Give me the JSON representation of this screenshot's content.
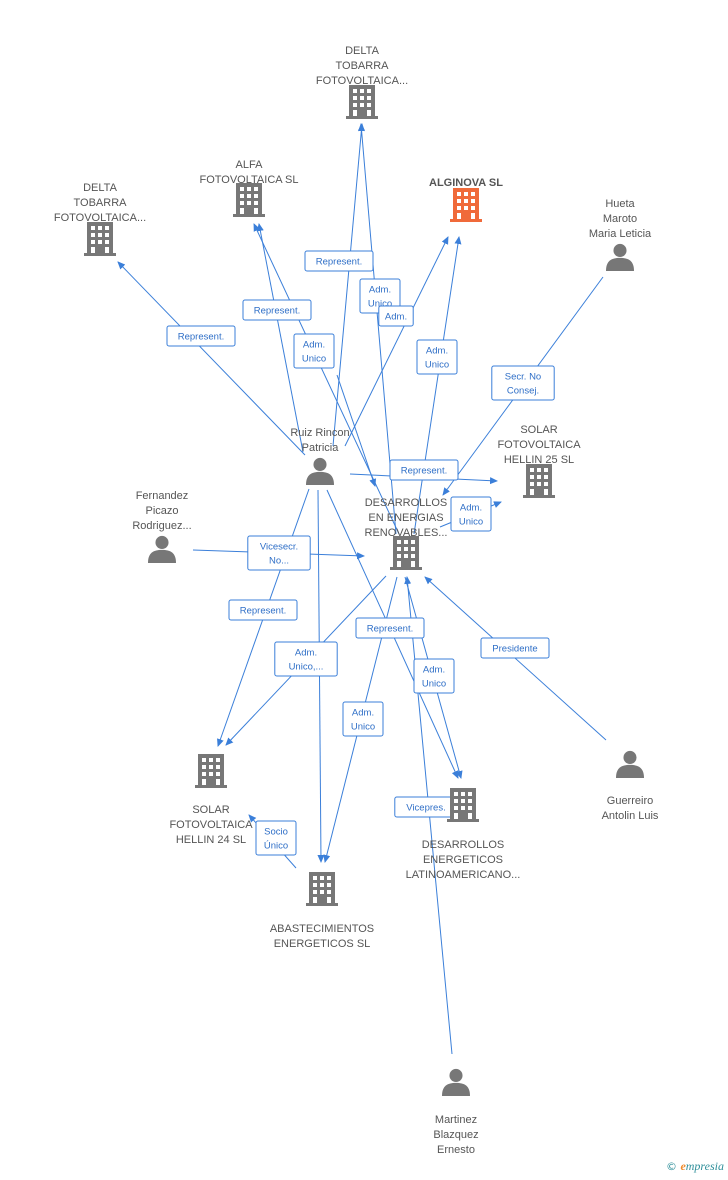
{
  "colors": {
    "company": "#777777",
    "company_focus": "#f06a3a",
    "person": "#777777",
    "edge": "#3b7fd9",
    "edge_text": "#2f6fc7",
    "label": "#555555"
  },
  "nodes": [
    {
      "id": "delta_top",
      "type": "company",
      "lines": [
        "DELTA",
        "TOBARRA",
        "FOTOVOLTAICA..."
      ]
    },
    {
      "id": "alfa",
      "type": "company",
      "lines": [
        "ALFA",
        "FOTOVOLTAICA SL"
      ]
    },
    {
      "id": "alginova",
      "type": "company",
      "focus": true,
      "lines": [
        "ALGINOVA SL"
      ]
    },
    {
      "id": "delta_left",
      "type": "company",
      "lines": [
        "DELTA",
        "TOBARRA",
        "FOTOVOLTAICA..."
      ]
    },
    {
      "id": "hueta",
      "type": "person",
      "lines": [
        "Hueta",
        "Maroto",
        "Maria Leticia"
      ]
    },
    {
      "id": "ruiz",
      "type": "person",
      "lines": [
        "Ruiz Rincon",
        "Patricia"
      ]
    },
    {
      "id": "solar25",
      "type": "company",
      "lines": [
        "SOLAR",
        "FOTOVOLTAICA",
        "HELLIN 25 SL"
      ]
    },
    {
      "id": "fernandez",
      "type": "person",
      "lines": [
        "Fernandez",
        "Picazo",
        "Rodriguez..."
      ]
    },
    {
      "id": "desarrollos_er",
      "type": "company",
      "lines": [
        "DESARROLLOS",
        "EN ENERGIAS",
        "RENOVABLES..."
      ]
    },
    {
      "id": "solar24",
      "type": "company",
      "lines": [
        "SOLAR",
        "FOTOVOLTAICA",
        "HELLIN 24 SL"
      ]
    },
    {
      "id": "desarrollos_lat",
      "type": "company",
      "lines": [
        "DESARROLLOS",
        "ENERGETICOS",
        "LATINOAMERICANO..."
      ]
    },
    {
      "id": "guerreiro",
      "type": "person",
      "lines": [
        "Guerreiro",
        "Antolin Luis"
      ]
    },
    {
      "id": "abastecimientos",
      "type": "company",
      "lines": [
        "ABASTECIMIENTOS",
        "ENERGETICOS SL"
      ]
    },
    {
      "id": "martinez",
      "type": "person",
      "lines": [
        "Martinez",
        "Blazquez",
        "Ernesto"
      ]
    }
  ],
  "edges": [
    {
      "from": "ruiz",
      "to": "delta_left",
      "label": [
        "Represent."
      ]
    },
    {
      "from": "ruiz",
      "to": "alfa",
      "label": [
        "Represent."
      ]
    },
    {
      "from": "ruiz",
      "to": "delta_top",
      "label": [
        "Represent."
      ]
    },
    {
      "from": "ruiz",
      "to": "alginova",
      "label": [
        "Adm.",
        "Unico"
      ]
    },
    {
      "from": "desarrollos_er",
      "to": "alginova",
      "label": [
        "Adm.",
        "Unico"
      ]
    },
    {
      "from": "desarrollos_er",
      "to": "alfa",
      "label": [
        "Adm.",
        "Unico"
      ]
    },
    {
      "from": "desarrollos_er",
      "to": "delta_top",
      "label": [
        "Adm."
      ]
    },
    {
      "from": "hueta",
      "to": "desarrollos_er",
      "label": [
        "Secr.  No",
        "Consej."
      ]
    },
    {
      "from": "ruiz",
      "to": "solar25",
      "label": [
        "Represent."
      ]
    },
    {
      "from": "desarrollos_er",
      "to": "solar25",
      "label": [
        "Adm.",
        "Unico"
      ]
    },
    {
      "from": "fernandez",
      "to": "desarrollos_er",
      "label": [
        "Vicesecr.",
        "No..."
      ]
    },
    {
      "from": "ruiz",
      "to": "solar24",
      "label": [
        "Represent."
      ]
    },
    {
      "from": "desarrollos_er",
      "to": "solar24",
      "label": [
        "Adm.",
        "Unico,..."
      ]
    },
    {
      "from": "ruiz",
      "to": "desarrollos_lat",
      "label": [
        "Represent."
      ]
    },
    {
      "from": "desarrollos_er",
      "to": "desarrollos_lat",
      "label": [
        "Adm.",
        "Unico"
      ]
    },
    {
      "from": "desarrollos_er",
      "to": "abastecimientos",
      "label": [
        "Adm.",
        "Unico"
      ]
    },
    {
      "from": "guerreiro",
      "to": "desarrollos_er",
      "label": [
        "Presidente"
      ]
    },
    {
      "from": "martinez",
      "to": "desarrollos_er",
      "label": [
        "Vicepres."
      ]
    },
    {
      "from": "abastecimientos",
      "to": "solar24",
      "label": [
        "Socio",
        "Único"
      ]
    }
  ],
  "footer": {
    "copyright_symbol": "©",
    "brand_initial": "e",
    "brand_rest": "mpresia"
  }
}
